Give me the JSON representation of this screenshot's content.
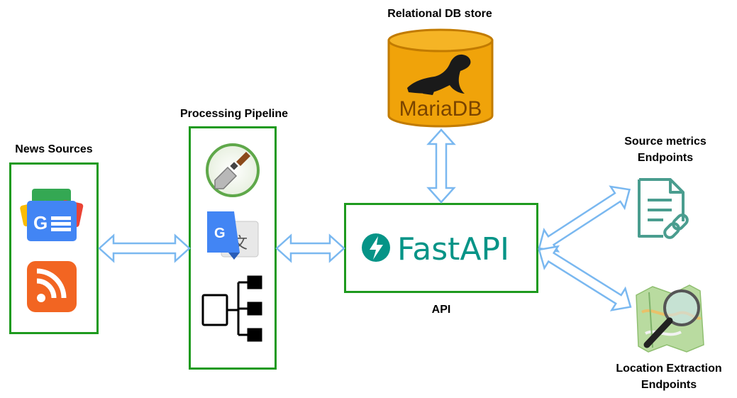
{
  "labels": {
    "db": "Relational DB store",
    "pipeline": "Processing Pipeline",
    "news": "News Sources",
    "source_metrics_1": "Source metrics",
    "source_metrics_2": "Endpoints",
    "api": "API",
    "location_1": "Location Extraction",
    "location_2": "Endpoints"
  },
  "logos": {
    "mariadb": "MariaDB",
    "fastapi": "FastAPI"
  },
  "colors": {
    "box_border": "#1e9a1e",
    "arrow": "#7ab8f0",
    "fastapi": "#059487",
    "mariadb": "#f0a30a",
    "rss": "#f26522"
  }
}
